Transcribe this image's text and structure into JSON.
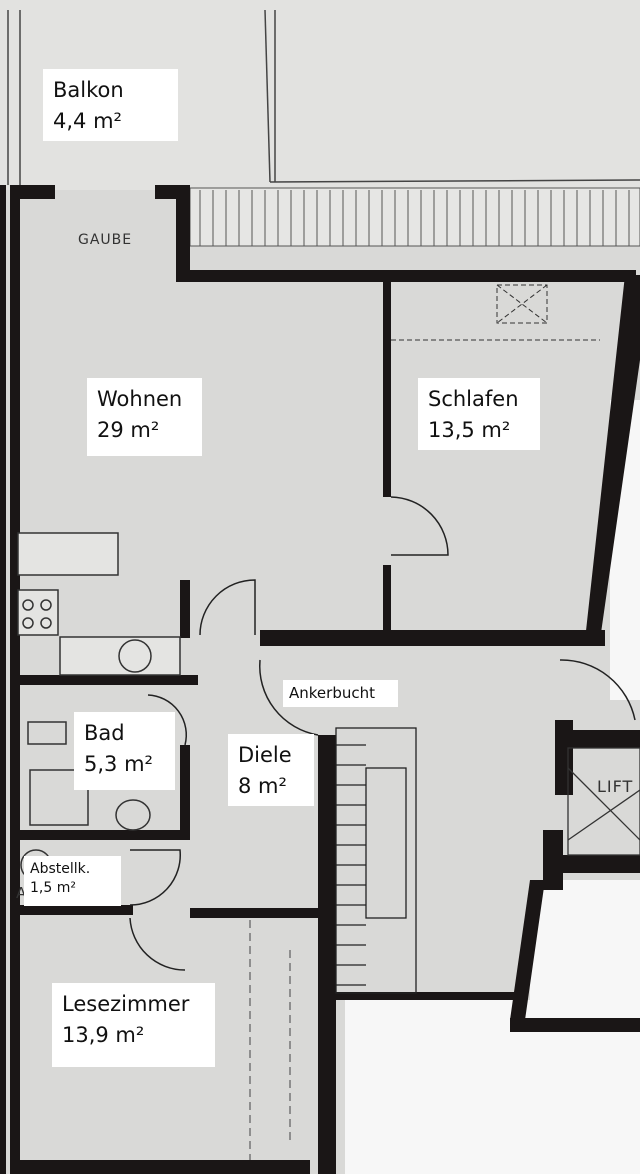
{
  "rooms": {
    "balkon": {
      "name": "Balkon",
      "area": "4,4 m²"
    },
    "wohnen": {
      "name": "Wohnen",
      "area": "29 m²"
    },
    "schlafen": {
      "name": "Schlafen",
      "area": "13,5 m²"
    },
    "bad": {
      "name": "Bad",
      "area": "5,3 m²"
    },
    "diele": {
      "name": "Diele",
      "area": "8 m²"
    },
    "abstellk": {
      "name": "Abstellk.",
      "area": "1,5 m²"
    },
    "lesezimmer": {
      "name": "Lesezimmer",
      "area": "13,9 m²"
    }
  },
  "annotations": {
    "ankerbucht": "Ankerbucht",
    "gaube": "GAUBE",
    "lift": "LIFT",
    "a_mark": "A"
  }
}
